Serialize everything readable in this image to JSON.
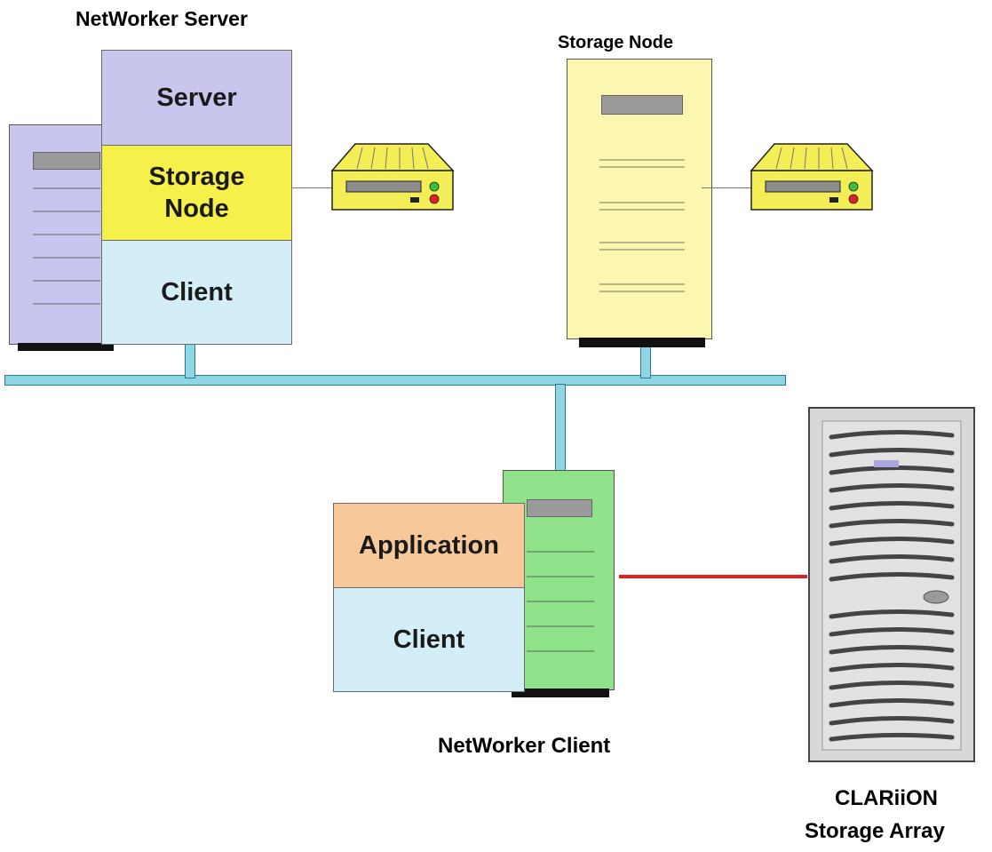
{
  "server_group": {
    "caption": "NetWorker Server",
    "stack": [
      {
        "label": "Server",
        "color": "#c9c6ee"
      },
      {
        "label": "Storage Node",
        "color": "#f5f14a"
      },
      {
        "label": "Client",
        "color": "#d3eef7"
      }
    ],
    "tower_color": "#c8c6ee"
  },
  "storage_node": {
    "caption": "Storage Node",
    "tower_color": "#fbf7b0"
  },
  "tape_drive_color": "#f3ee55",
  "network_bus_color": "#8ed6e6",
  "client_group": {
    "caption": "NetWorker Client",
    "stack": [
      {
        "label": "Application",
        "color": "#f7c89a"
      },
      {
        "label": "Client",
        "color": "#d3eef7"
      }
    ],
    "tower_color": "#8fe28a"
  },
  "storage_array": {
    "caption_line1": "CLARiiON",
    "caption_line2": "Storage Array",
    "color": "#d8d8d8"
  },
  "san_link_color": "#e32020"
}
